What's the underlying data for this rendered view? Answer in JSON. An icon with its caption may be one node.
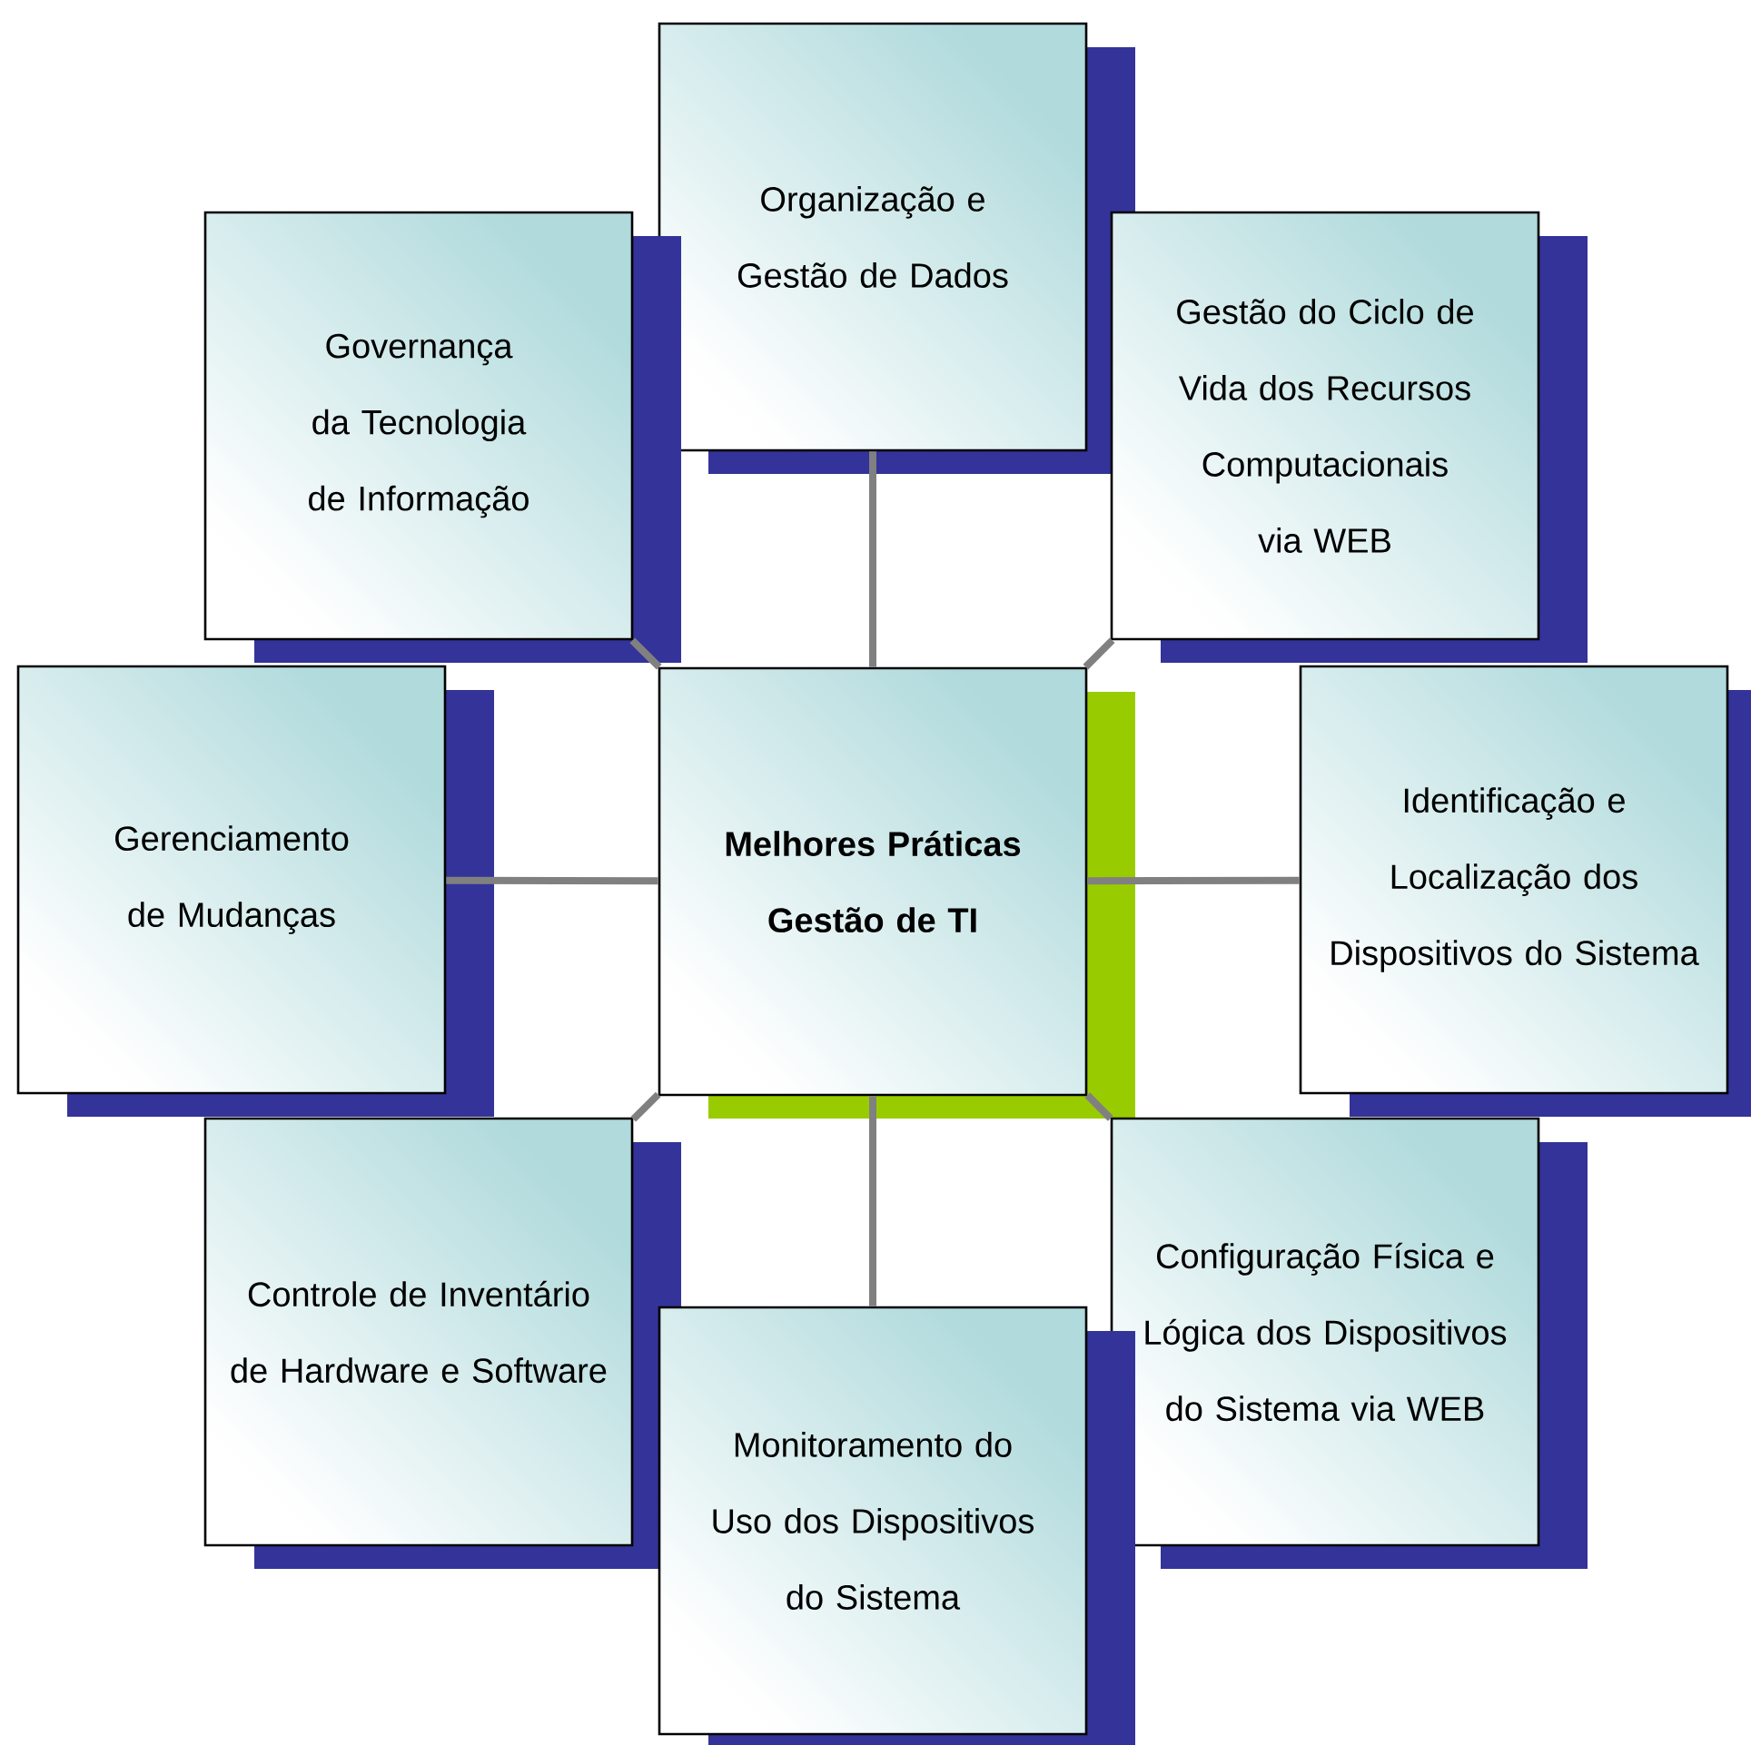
{
  "diagram": {
    "nodes": [
      {
        "text": [
          "Organização e Gestão de Dados"
        ]
      },
      {
        "text": [
          "Governança da Tecnologia de Informação"
        ]
      },
      {
        "text": [
          "Gestão do Ciclo de Vida dos Recursos Computacionais via WEB"
        ]
      },
      {
        "text": [
          "Gerenciamento de Mudanças"
        ]
      },
      {
        "text": [
          "Melhores Práticas Gestão de TI"
        ]
      },
      {
        "text": [
          "Identificação e Localização dos Dispositivos do Sistema"
        ]
      },
      {
        "text": [
          "Controle de Inventário de Hardware e Software"
        ]
      },
      {
        "text": [
          "Configuração Física e Lógica dos Dispositivos do Sistema via WEB"
        ]
      },
      {
        "text": [
          "Monitoramento do Uso dos Dispositivos do Sistema"
        ]
      }
    ],
    "edges": [
      {
        "from": 4,
        "to": 0,
        "arrow": "none"
      },
      {
        "from": 4,
        "to": 1,
        "arrow": "none"
      },
      {
        "from": 4,
        "to": 2,
        "arrow": "none"
      },
      {
        "from": 4,
        "to": 3,
        "arrow": "none"
      },
      {
        "from": 4,
        "to": 5,
        "arrow": "none"
      },
      {
        "from": 4,
        "to": 6,
        "arrow": "none"
      },
      {
        "from": 4,
        "to": 7,
        "arrow": "none"
      },
      {
        "from": 4,
        "to": 8,
        "arrow": "none"
      }
    ]
  }
}
